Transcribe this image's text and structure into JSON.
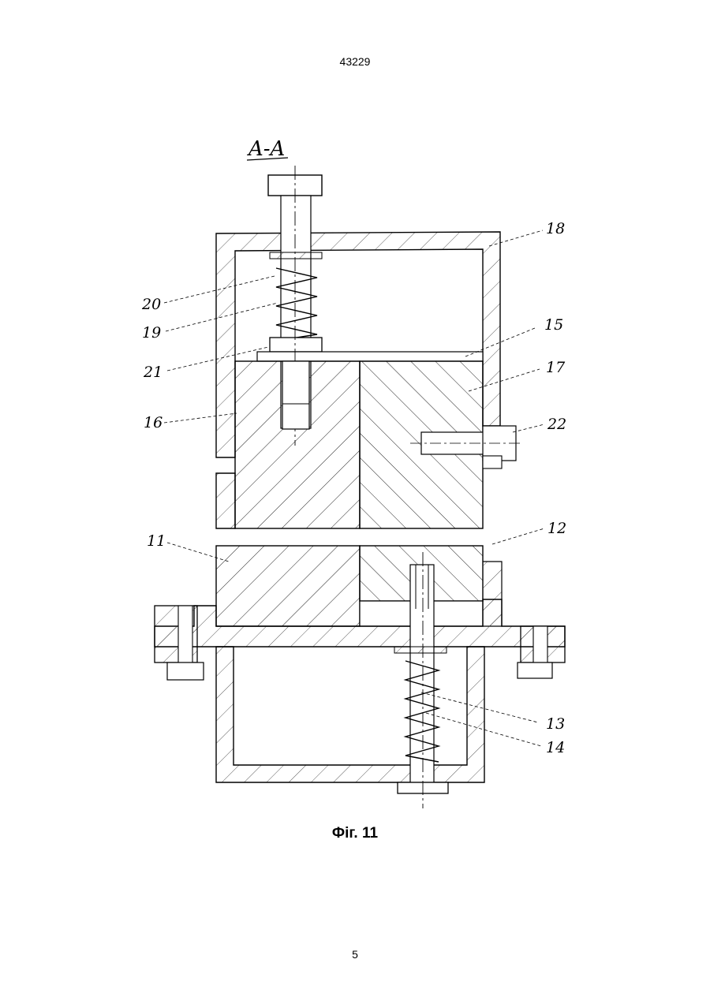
{
  "document": {
    "header_number": "43229",
    "figure_caption": "Фіг. 11",
    "page_number": "5"
  },
  "drawing": {
    "section_label": "A-A",
    "callouts": [
      "18",
      "20",
      "19",
      "15",
      "21",
      "17",
      "16",
      "22",
      "11",
      "12",
      "13",
      "14"
    ]
  }
}
